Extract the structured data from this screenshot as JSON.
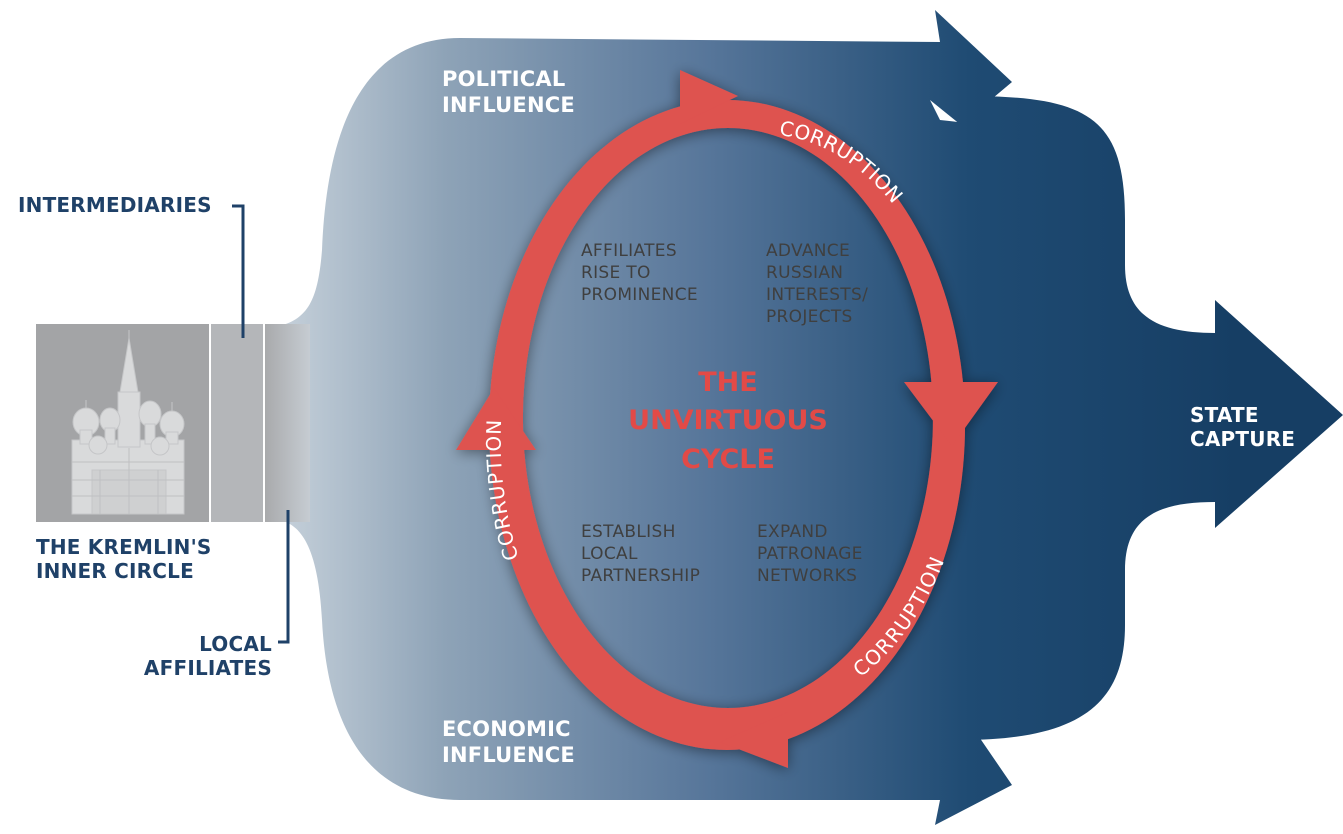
{
  "colors": {
    "navy": "#1f4168",
    "steel": "#7f97ad",
    "cycle_red": "#de5250",
    "title_red": "#e24a47",
    "grey": "#a3a4a6"
  },
  "labels": {
    "intermediaries": "INTERMEDIARIES",
    "inner_circle": [
      "THE KREMLIN'S",
      "INNER CIRCLE"
    ],
    "local_affiliates": [
      "LOCAL",
      "AFFILIATES"
    ],
    "political_influence": [
      "POLITICAL",
      "INFLUENCE"
    ],
    "economic_influence": [
      "ECONOMIC",
      "INFLUENCE"
    ],
    "state_capture": [
      "STATE",
      "CAPTURE"
    ]
  },
  "cycle": {
    "title": [
      "THE",
      "UNVIRTUOUS",
      "CYCLE"
    ],
    "corruption_label": "CORRUPTION",
    "steps": [
      [
        "AFFILIATES",
        "RISE TO",
        "PROMINENCE"
      ],
      [
        "ADVANCE",
        "RUSSIAN",
        "INTERESTS/",
        "PROJECTS"
      ],
      [
        "ESTABLISH",
        "LOCAL",
        "PARTNERSHIP"
      ],
      [
        "EXPAND",
        "PATRONAGE",
        "NETWORKS"
      ]
    ]
  },
  "icons": {
    "kremlin_image": "st-basils-cathedral-icon"
  }
}
